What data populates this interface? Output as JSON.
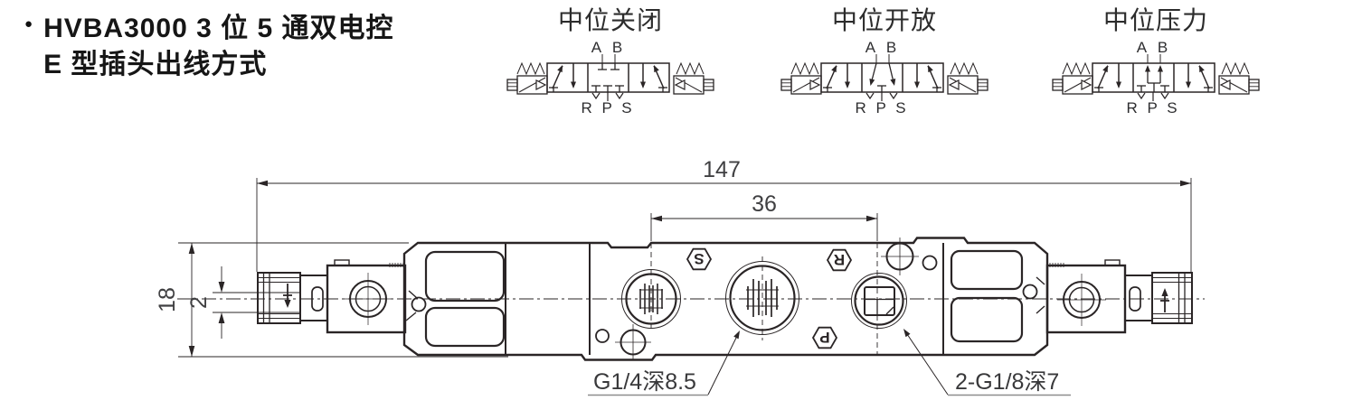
{
  "header": {
    "bullet": "●",
    "line1": "HVBA3000 3 位 5 通双电控",
    "line2": "E 型插头出线方式"
  },
  "symbols": [
    {
      "title": "中位关闭",
      "ports_top": "A B",
      "ports_bottom": "R P S"
    },
    {
      "title": "中位开放",
      "ports_top": "A B",
      "ports_bottom": "R P S"
    },
    {
      "title": "中位压力",
      "ports_top": "A B",
      "ports_bottom": "R P S"
    }
  ],
  "drawing": {
    "dim_overall_length": "147",
    "dim_port_spacing": "36",
    "dim_body_height": "18",
    "dim_slot": "2",
    "label_center_port": "G1/4深8.5",
    "label_side_ports": "2-G1/8深7",
    "mark_s": "S",
    "mark_r": "R",
    "mark_p": "P"
  },
  "colors": {
    "ink": "#2a2526",
    "dim_text": "#404042"
  }
}
